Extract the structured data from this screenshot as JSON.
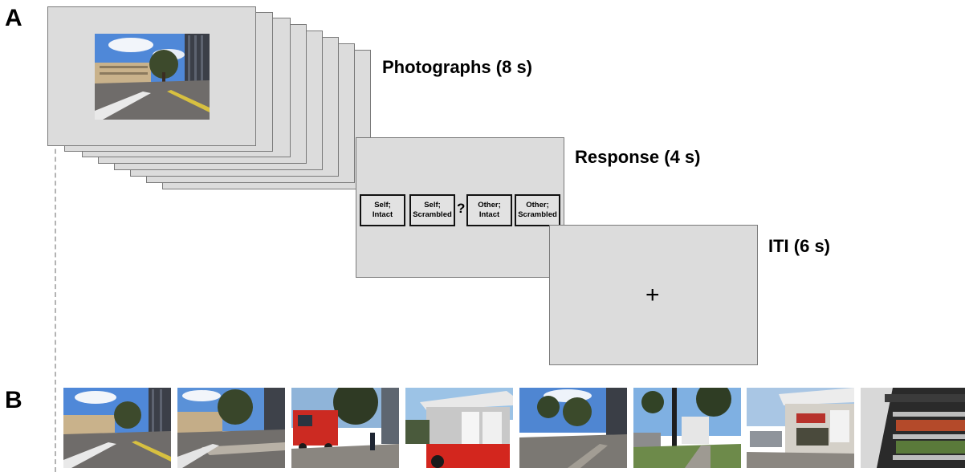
{
  "panels": {
    "a_letter": "A",
    "b_letter": "B"
  },
  "phases": {
    "photographs": "Photographs (8 s)",
    "response": "Response (4 s)",
    "iti": "ITI (6 s)"
  },
  "response_options": [
    {
      "line1": "Self;",
      "line2": "Intact"
    },
    {
      "line1": "Self;",
      "line2": "Scrambled"
    },
    {
      "line1": "Other;",
      "line2": "Intact"
    },
    {
      "line1": "Other;",
      "line2": "Scrambled"
    }
  ],
  "question_mark": "?",
  "fixation_cross": "+",
  "photo_strip": [
    {
      "scene": "city-street-tall-building"
    },
    {
      "scene": "city-street-curb"
    },
    {
      "scene": "red-food-truck"
    },
    {
      "scene": "food-truck-menu"
    },
    {
      "scene": "plaza-trees-building"
    },
    {
      "scene": "sidewalk-truck-palms"
    },
    {
      "scene": "truck-window-car"
    },
    {
      "scene": "truck-interior"
    }
  ]
}
